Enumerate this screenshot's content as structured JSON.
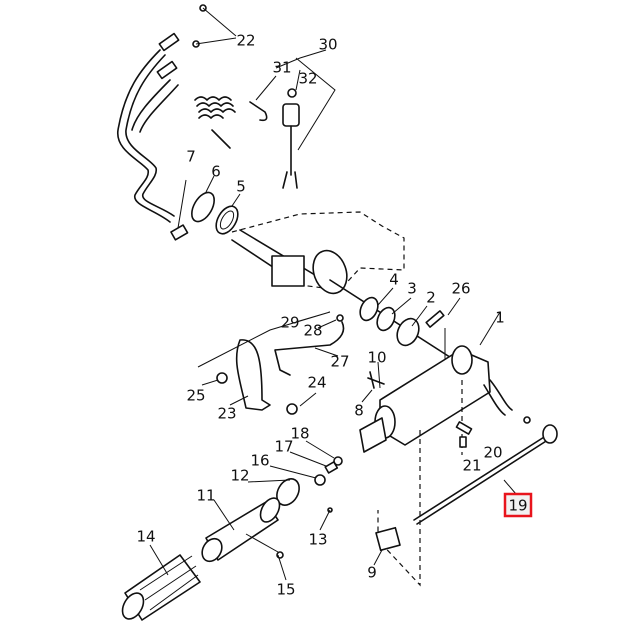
{
  "diagram": {
    "type": "exploded parts diagram",
    "highlight_color": "#e8141c",
    "highlighted_part": "19",
    "callouts": [
      "1",
      "2",
      "3",
      "4",
      "5",
      "6",
      "7",
      "8",
      "9",
      "10",
      "11",
      "12",
      "13",
      "14",
      "15",
      "16",
      "17",
      "18",
      "19",
      "20",
      "21",
      "22",
      "23",
      "24",
      "25",
      "26",
      "27",
      "28",
      "29",
      "30",
      "31",
      "32"
    ]
  }
}
